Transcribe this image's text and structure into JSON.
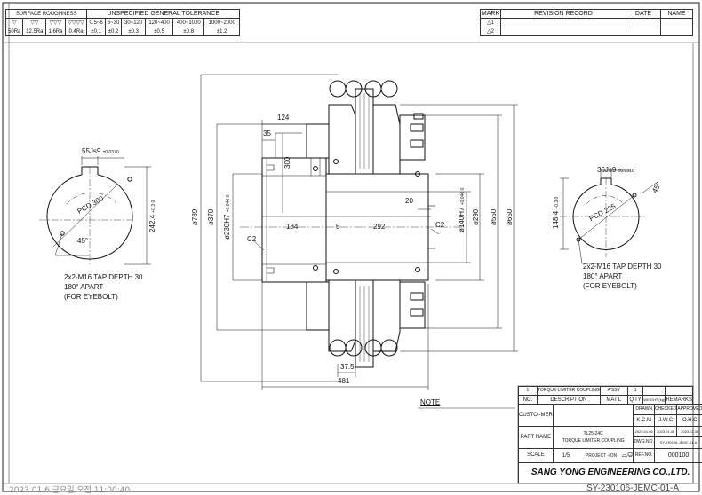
{
  "tolerance_table": {
    "surface_header": "SURFACE ROUGHNESS",
    "tolerance_header": "UNSPECIFIED GENERAL TOLERANCE",
    "symbols": [
      "▽",
      "▽▽",
      "▽▽▽",
      "▽▽▽▽"
    ],
    "roughness": [
      "50Ra",
      "12.5Ra",
      "1.6Ra",
      "0.4Ra"
    ],
    "ranges": [
      "0.5~6",
      "6~30",
      "30~120",
      "120~400",
      "400~1000",
      "1000~2000"
    ],
    "tolerances": [
      "±0.1",
      "±0.2",
      "±0.3",
      "±0.5",
      "±0.8",
      "±1.2"
    ]
  },
  "revision_table": {
    "mark": "MARK",
    "record": "REVISION RECORD",
    "date": "DATE",
    "name": "NAME",
    "rows": [
      "1",
      "2"
    ]
  },
  "dimensions": {
    "d124": "124",
    "d35": "35",
    "d300": "300",
    "d789": "ø789",
    "d370": "ø370",
    "d230": "ø230H7",
    "d230_tol": "+0.046 0",
    "d140": "ø140H7",
    "d140_tol": "+0.040 0",
    "d290": "ø290",
    "d550": "ø550",
    "d650": "ø650",
    "d184": "184",
    "d5": "5",
    "d292": "292",
    "d20": "20",
    "c2_left": "C2",
    "c2_right": "C2",
    "d37_5": "37.5",
    "d481": "481"
  },
  "left_view": {
    "keyway": "55Js9",
    "keyway_tol": "±0.0370",
    "pcd": "PCD 300",
    "angle": "45°",
    "depth": "242.4",
    "depth_tol": "+0.3 0",
    "note1": "2x2-M16 TAP DEPTH 30",
    "note2": "180° APART",
    "note3": "(FOR EYEBOLT)"
  },
  "right_view": {
    "keyway": "36Js9",
    "keyway_tol": "±0.0310",
    "pcd": "PCD 225",
    "angle": "45°",
    "depth": "148.4",
    "depth_tol": "+0.3 0",
    "note1": "2x2-M16 TAP DEPTH 30",
    "note2": "180° APART",
    "note3": "(FOR EYEBOLT)"
  },
  "note_label": "NOTE",
  "parts_list": {
    "no": "1",
    "description": "TORQUE LIMITER COUPLING",
    "material": "A'SSY",
    "qty": "1",
    "h_no": "NO.",
    "h_description": "DESCRIPTION",
    "h_material": "MAT'L",
    "h_qty": "Q'TY",
    "h_weight": "WEIGHT (kg)",
    "h_remarks": "REMARKS"
  },
  "title_block": {
    "customer_label": "CUSTO -MER",
    "drawn": "DRAWN",
    "checked": "CHECKED",
    "approved": "APPROVED",
    "drawn_by": "K.C.M",
    "checked_by": "J.W.C",
    "approved_by": "O.H.C",
    "drawn_date": "2023.01.06",
    "checked_date": "2023.01.06",
    "approved_date": "2023.01.06",
    "part_name_label": "PART NAME",
    "part_name_1": "TL25-24C",
    "part_name_2": "TORQUE LIMITER COUPLING",
    "dwg_no_label": "DWG.NO.",
    "dwg_no": "SY-230106-JEMC-01-A",
    "scale_label": "SCALE",
    "scale": "1/5",
    "projection_label": "PROJECT -ION",
    "ref_no_label": "REF.NO.",
    "ref_no": "000100",
    "company": "SANG YONG ENGINEERING CO.,LTD."
  },
  "footer_stamp": "2023.01.6 금요일 오전 11:00:40",
  "corner_id": "SY-230106-JEMC-01-A"
}
